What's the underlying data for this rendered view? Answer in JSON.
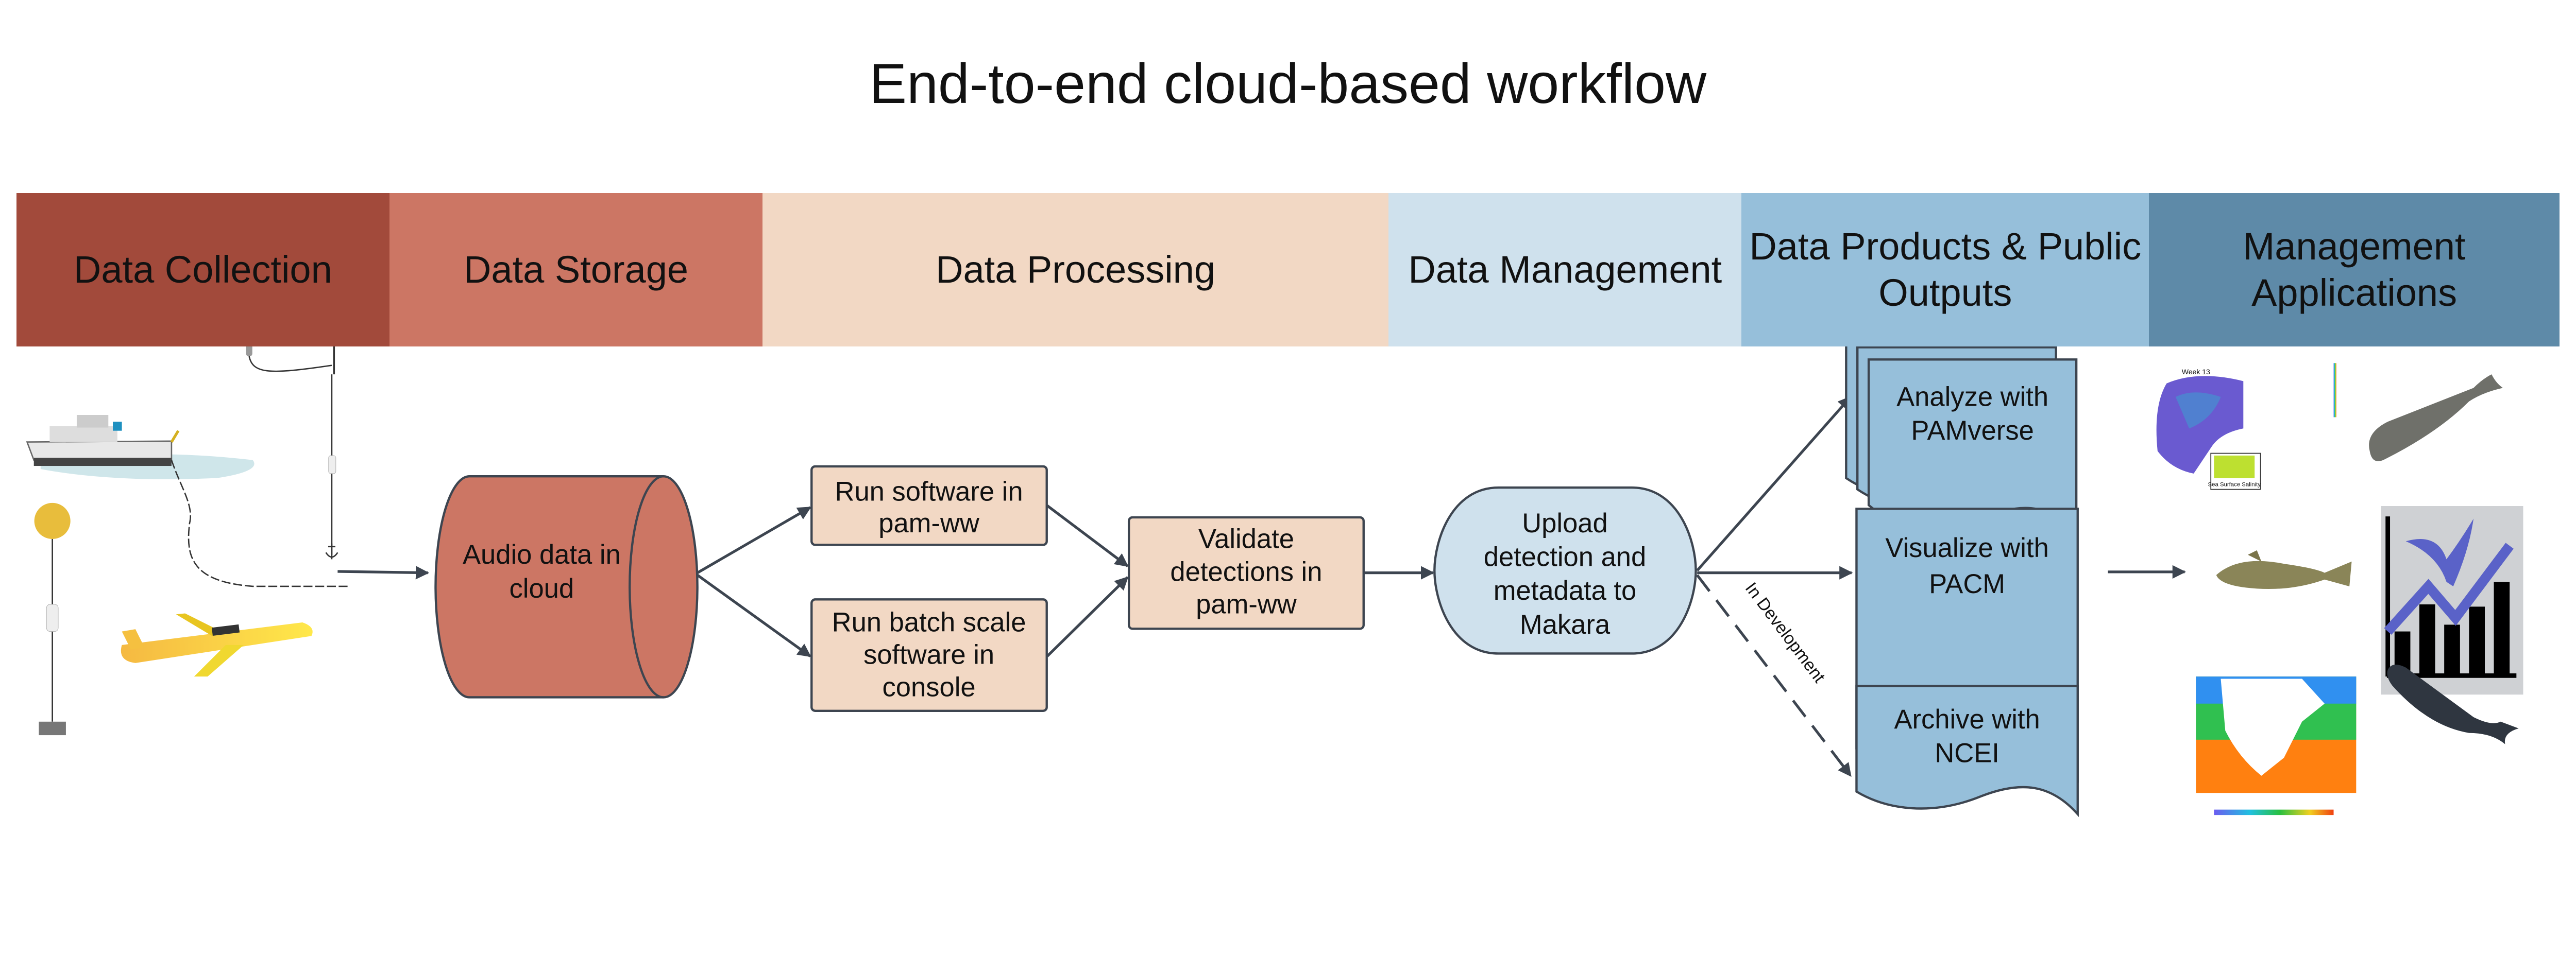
{
  "title": "End-to-end cloud-based workflow",
  "stages": [
    {
      "lines": [
        "Data Collection"
      ],
      "color": "#a24a3b"
    },
    {
      "lines": [
        "Data Storage"
      ],
      "color": "#cc7664"
    },
    {
      "lines": [
        "Data Processing"
      ],
      "color": "#f2d8c4"
    },
    {
      "lines": [
        "Data Management"
      ],
      "color": "#cfe1ed"
    },
    {
      "lines": [
        "Data Products & Public",
        "Outputs"
      ],
      "color": "#96bfda"
    },
    {
      "lines": [
        "Management",
        "Applications"
      ],
      "color": "#5e8aa8"
    }
  ],
  "nodes": {
    "storage": {
      "lines": [
        "Audio data in",
        "cloud"
      ],
      "color": "#cc7664"
    },
    "run_software": {
      "lines": [
        "Run software in",
        "pam-ww"
      ],
      "color": "#f2d8c4"
    },
    "run_batch": {
      "lines": [
        "Run batch scale",
        "software in",
        "console"
      ],
      "color": "#f2d8c4"
    },
    "validate": {
      "lines": [
        "Validate",
        "detections in",
        "pam-ww"
      ],
      "color": "#f2d8c4"
    },
    "upload": {
      "lines": [
        "Upload",
        "detection and",
        "metadata to",
        "Makara"
      ],
      "color": "#cfe1ed"
    },
    "analyze": {
      "lines": [
        "Analyze with",
        "PAMverse"
      ],
      "color": "#96bfda"
    },
    "visualize": {
      "lines": [
        "Visualize with",
        "PACM"
      ],
      "color": "#96bfda"
    },
    "archive": {
      "lines": [
        "Archive with",
        "NCEI"
      ],
      "color": "#96bfda"
    }
  },
  "edge_labels": {
    "in_development": "In Development"
  },
  "images": {
    "collection": [
      "research-vessel-with-towed-array",
      "surface-buoy-mooring",
      "bottom-mooring-with-recorder",
      "ocean-glider"
    ],
    "applications": [
      {
        "icon": "density-map-icon",
        "texts": [
          "Week 13",
          "Sea Surface Salinity"
        ]
      },
      {
        "icon": "sperm-whale-icon"
      },
      {
        "icon": "cod-fish-icon"
      },
      {
        "icon": "whale-tail-trend-chart-icon"
      },
      {
        "icon": "sea-surface-temperature-map-icon"
      },
      {
        "icon": "humpback-whale-icon"
      }
    ]
  },
  "stroke_color": "#3d4550"
}
